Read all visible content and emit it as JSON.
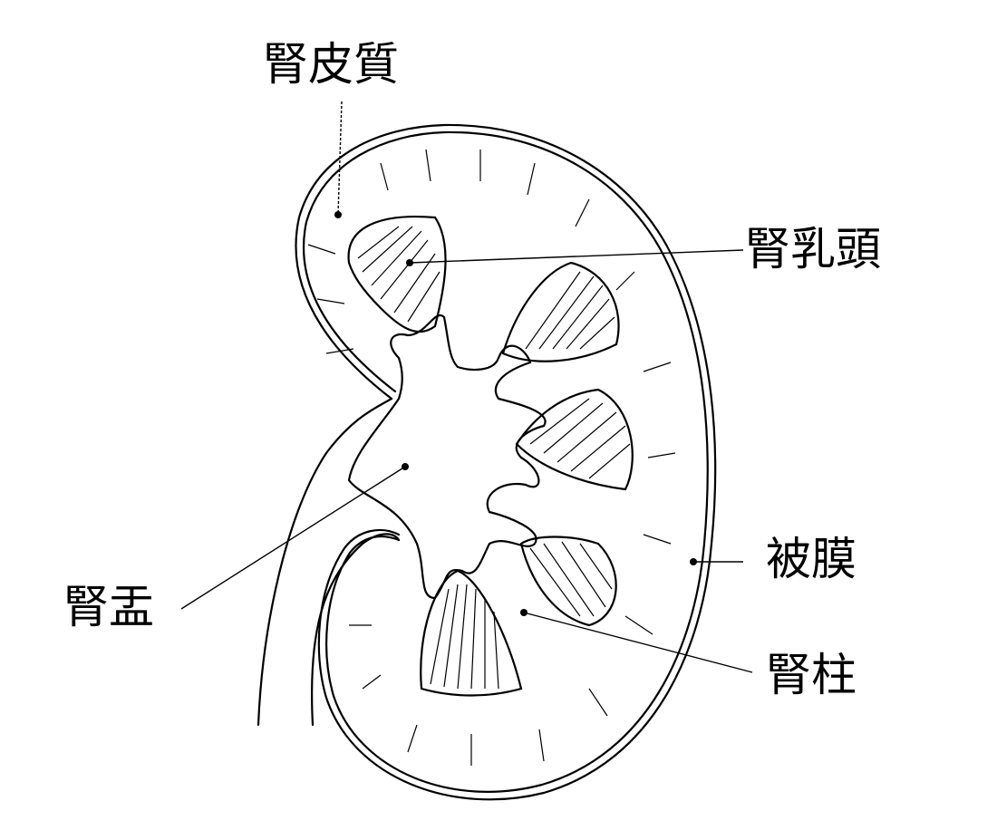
{
  "labels": {
    "renal_cortex": "腎皮質",
    "renal_papilla": "腎乳頭",
    "capsule": "被膜",
    "renal_column": "腎柱",
    "renal_pelvis": "腎盂"
  },
  "colors": {
    "line": "#000000",
    "background": "#ffffff"
  }
}
